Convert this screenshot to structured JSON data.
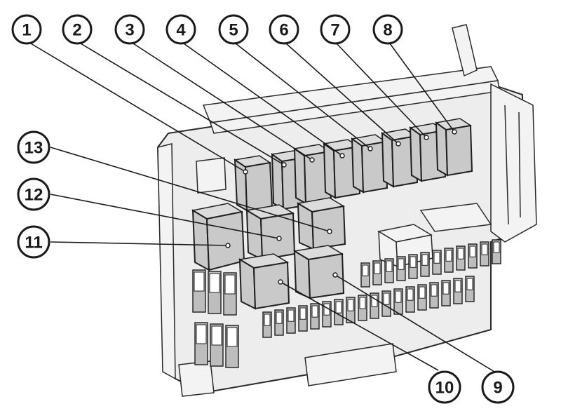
{
  "callouts": [
    {
      "id": "1",
      "label": "1"
    },
    {
      "id": "2",
      "label": "2"
    },
    {
      "id": "3",
      "label": "3"
    },
    {
      "id": "4",
      "label": "4"
    },
    {
      "id": "5",
      "label": "5"
    },
    {
      "id": "6",
      "label": "6"
    },
    {
      "id": "7",
      "label": "7"
    },
    {
      "id": "8",
      "label": "8"
    },
    {
      "id": "9",
      "label": "9"
    },
    {
      "id": "10",
      "label": "10"
    },
    {
      "id": "11",
      "label": "11"
    },
    {
      "id": "12",
      "label": "12"
    },
    {
      "id": "13",
      "label": "13"
    }
  ],
  "colors": {
    "ink": "#1a1a1a",
    "relay": "#c9c9c9",
    "housing": "#ededed"
  }
}
